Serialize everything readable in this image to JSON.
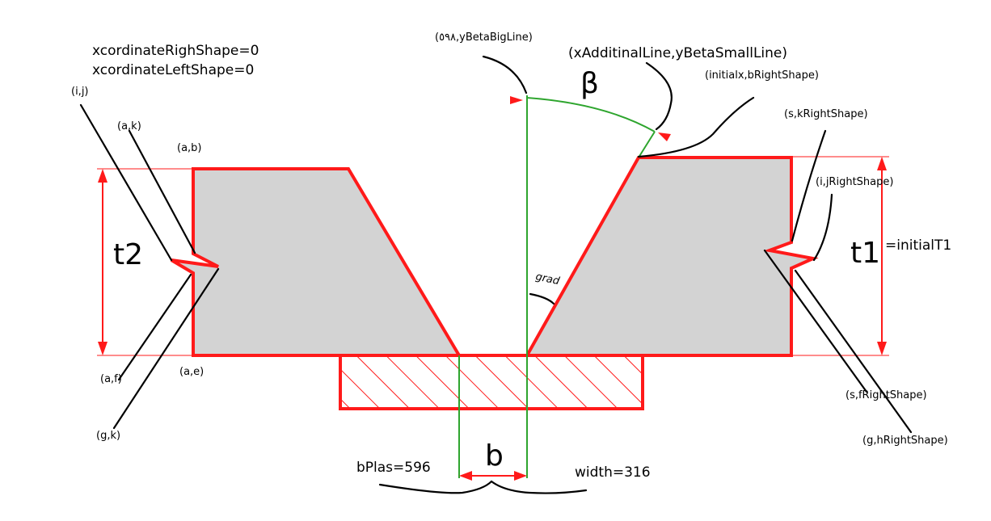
{
  "header": {
    "x_right": "xcordinateRighShape=0",
    "x_left": "xcordinateLeftShape=0"
  },
  "symbols": {
    "beta": "β",
    "b": "b",
    "t1": "t1",
    "t2": "t2",
    "grad": "grad"
  },
  "labels": {
    "initial_t1": "=initialT1",
    "y_beta_big_line": "(٥٩٨,yBetaBigLine)",
    "x_additional_line": "(xAdditinalLine,yBetaSmallLine)",
    "initial_x_b_right": "(initialx,bRightShape)",
    "s_k_right": "(s,kRightShape)",
    "i_j_right": "(i,jRightShape)",
    "s_f_right": "(s,fRightShape)",
    "g_h_right": "(g,hRightShape)",
    "i_j": "(i,j)",
    "a_k": "(a,k)",
    "a_b": "(a,b)",
    "a_f": "(a,f)",
    "a_e": "(a,e)",
    "g_k": "(g,k)",
    "b_plas": "bPlas=596",
    "width": "width=316"
  },
  "colors": {
    "outline": "#ff1a1a",
    "fill": "#d3d3d3",
    "green": "#2ea52e",
    "black": "#000000"
  }
}
